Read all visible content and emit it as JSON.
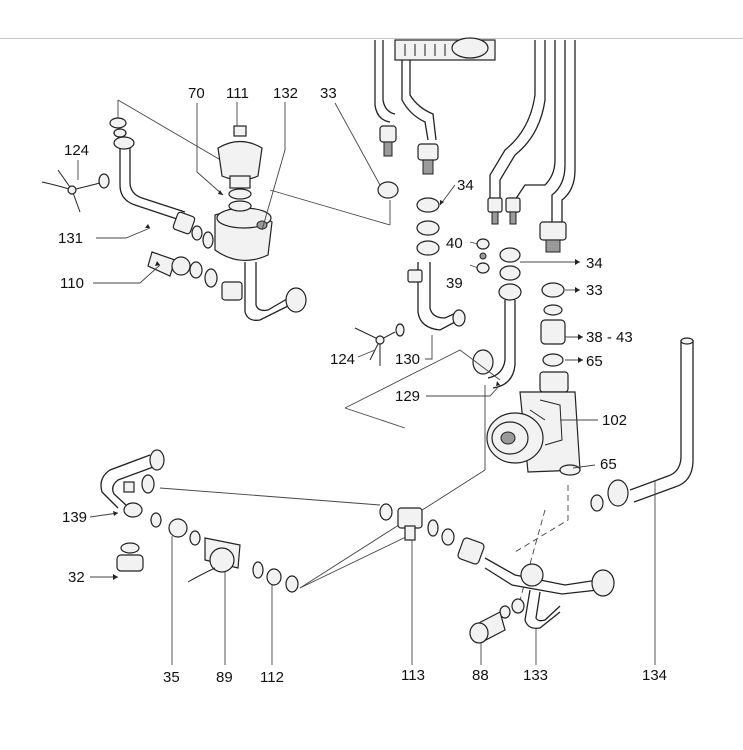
{
  "labels": {
    "l70": "70",
    "l111": "111",
    "l132": "132",
    "l33a": "33",
    "l124a": "124",
    "l34a": "34",
    "l131": "131",
    "l40": "40",
    "l34b": "34",
    "l110": "110",
    "l39": "39",
    "l33b": "33",
    "l3843": "38 - 43",
    "l124b": "124",
    "l130": "130",
    "l65a": "65",
    "l129": "129",
    "l102": "102",
    "l65b": "65",
    "l139": "139",
    "l32": "32",
    "l35": "35",
    "l89": "89",
    "l112": "112",
    "l113": "113",
    "l88": "88",
    "l133": "133",
    "l134": "134"
  },
  "colors": {
    "line": "#222222",
    "part_fill": "#f2f2f2",
    "shade": "#9a9a9a",
    "separator": "#c8c8c8"
  }
}
